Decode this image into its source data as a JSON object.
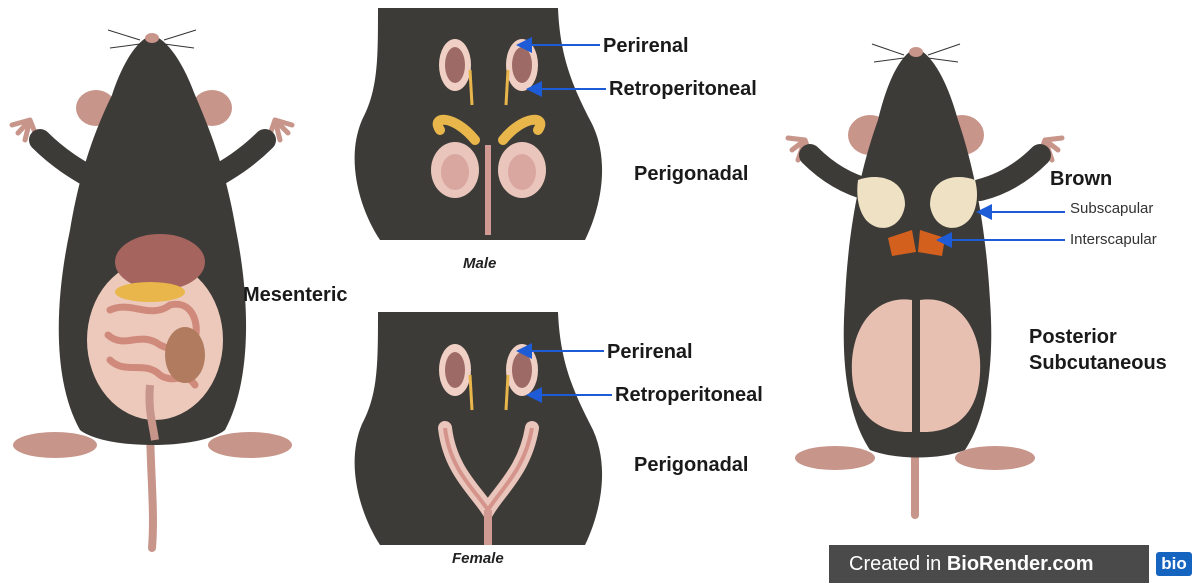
{
  "labels": {
    "mesenteric": "Mesenteric",
    "male_perirenal": "Perirenal",
    "male_retroperitoneal": "Retroperitoneal",
    "male_perigonadal": "Perigonadal",
    "male_caption": "Male",
    "female_perirenal": "Perirenal",
    "female_retroperitoneal": "Retroperitoneal",
    "female_perigonadal": "Perigonadal",
    "female_caption": "Female",
    "brown": "Brown",
    "subscapular": "Subscapular",
    "interscapular": "Interscapular",
    "posterior_line1": "Posterior",
    "posterior_line2": "Subcutaneous"
  },
  "watermark": {
    "prefix": "Created in ",
    "brand": "BioRender.com",
    "logo": "bio"
  },
  "colors": {
    "body": "#3d3b38",
    "skin": "#c8958a",
    "arrow": "#1e5bd6",
    "kidney": "#9e6a66",
    "fat": "#f0d0c4",
    "brown_fat": "#efe2c4",
    "interscapular": "#d4601e",
    "subcutaneous": "#e8c0b2"
  }
}
